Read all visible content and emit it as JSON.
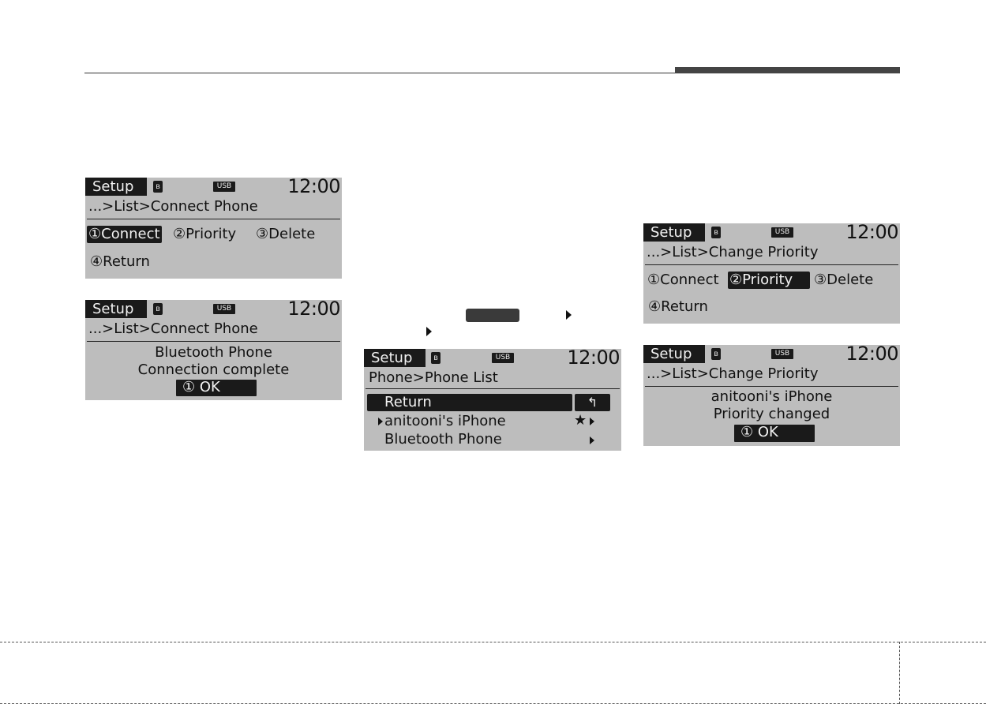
{
  "screens": {
    "connect_menu": {
      "tab": "Setup",
      "usb": "USB",
      "clock": "12:00",
      "crumb": "...>List>Connect Phone",
      "options": [
        "①Connect",
        "②Priority",
        "③Delete",
        "④Return"
      ]
    },
    "connect_done": {
      "tab": "Setup",
      "usb": "USB",
      "clock": "12:00",
      "crumb": "...>List>Connect Phone",
      "line1": "Bluetooth Phone",
      "line2": "Connection complete",
      "ok": "①   OK"
    },
    "phone_list": {
      "tab": "Setup",
      "usb": "USB",
      "clock": "12:00",
      "crumb": "Phone>Phone List",
      "rows": [
        "Return",
        "anitooni's iPhone",
        "Bluetooth Phone"
      ],
      "return_icon": "↰",
      "star": "★"
    },
    "priority_menu": {
      "tab": "Setup",
      "usb": "USB",
      "clock": "12:00",
      "crumb": "...>List>Change Priority",
      "options": [
        "①Connect",
        "②Priority",
        "③Delete",
        "④Return"
      ]
    },
    "priority_done": {
      "tab": "Setup",
      "usb": "USB",
      "clock": "12:00",
      "crumb": "...>List>Change Priority",
      "line1": "anitooni's iPhone",
      "line2": "Priority changed",
      "ok": "①   OK"
    }
  }
}
